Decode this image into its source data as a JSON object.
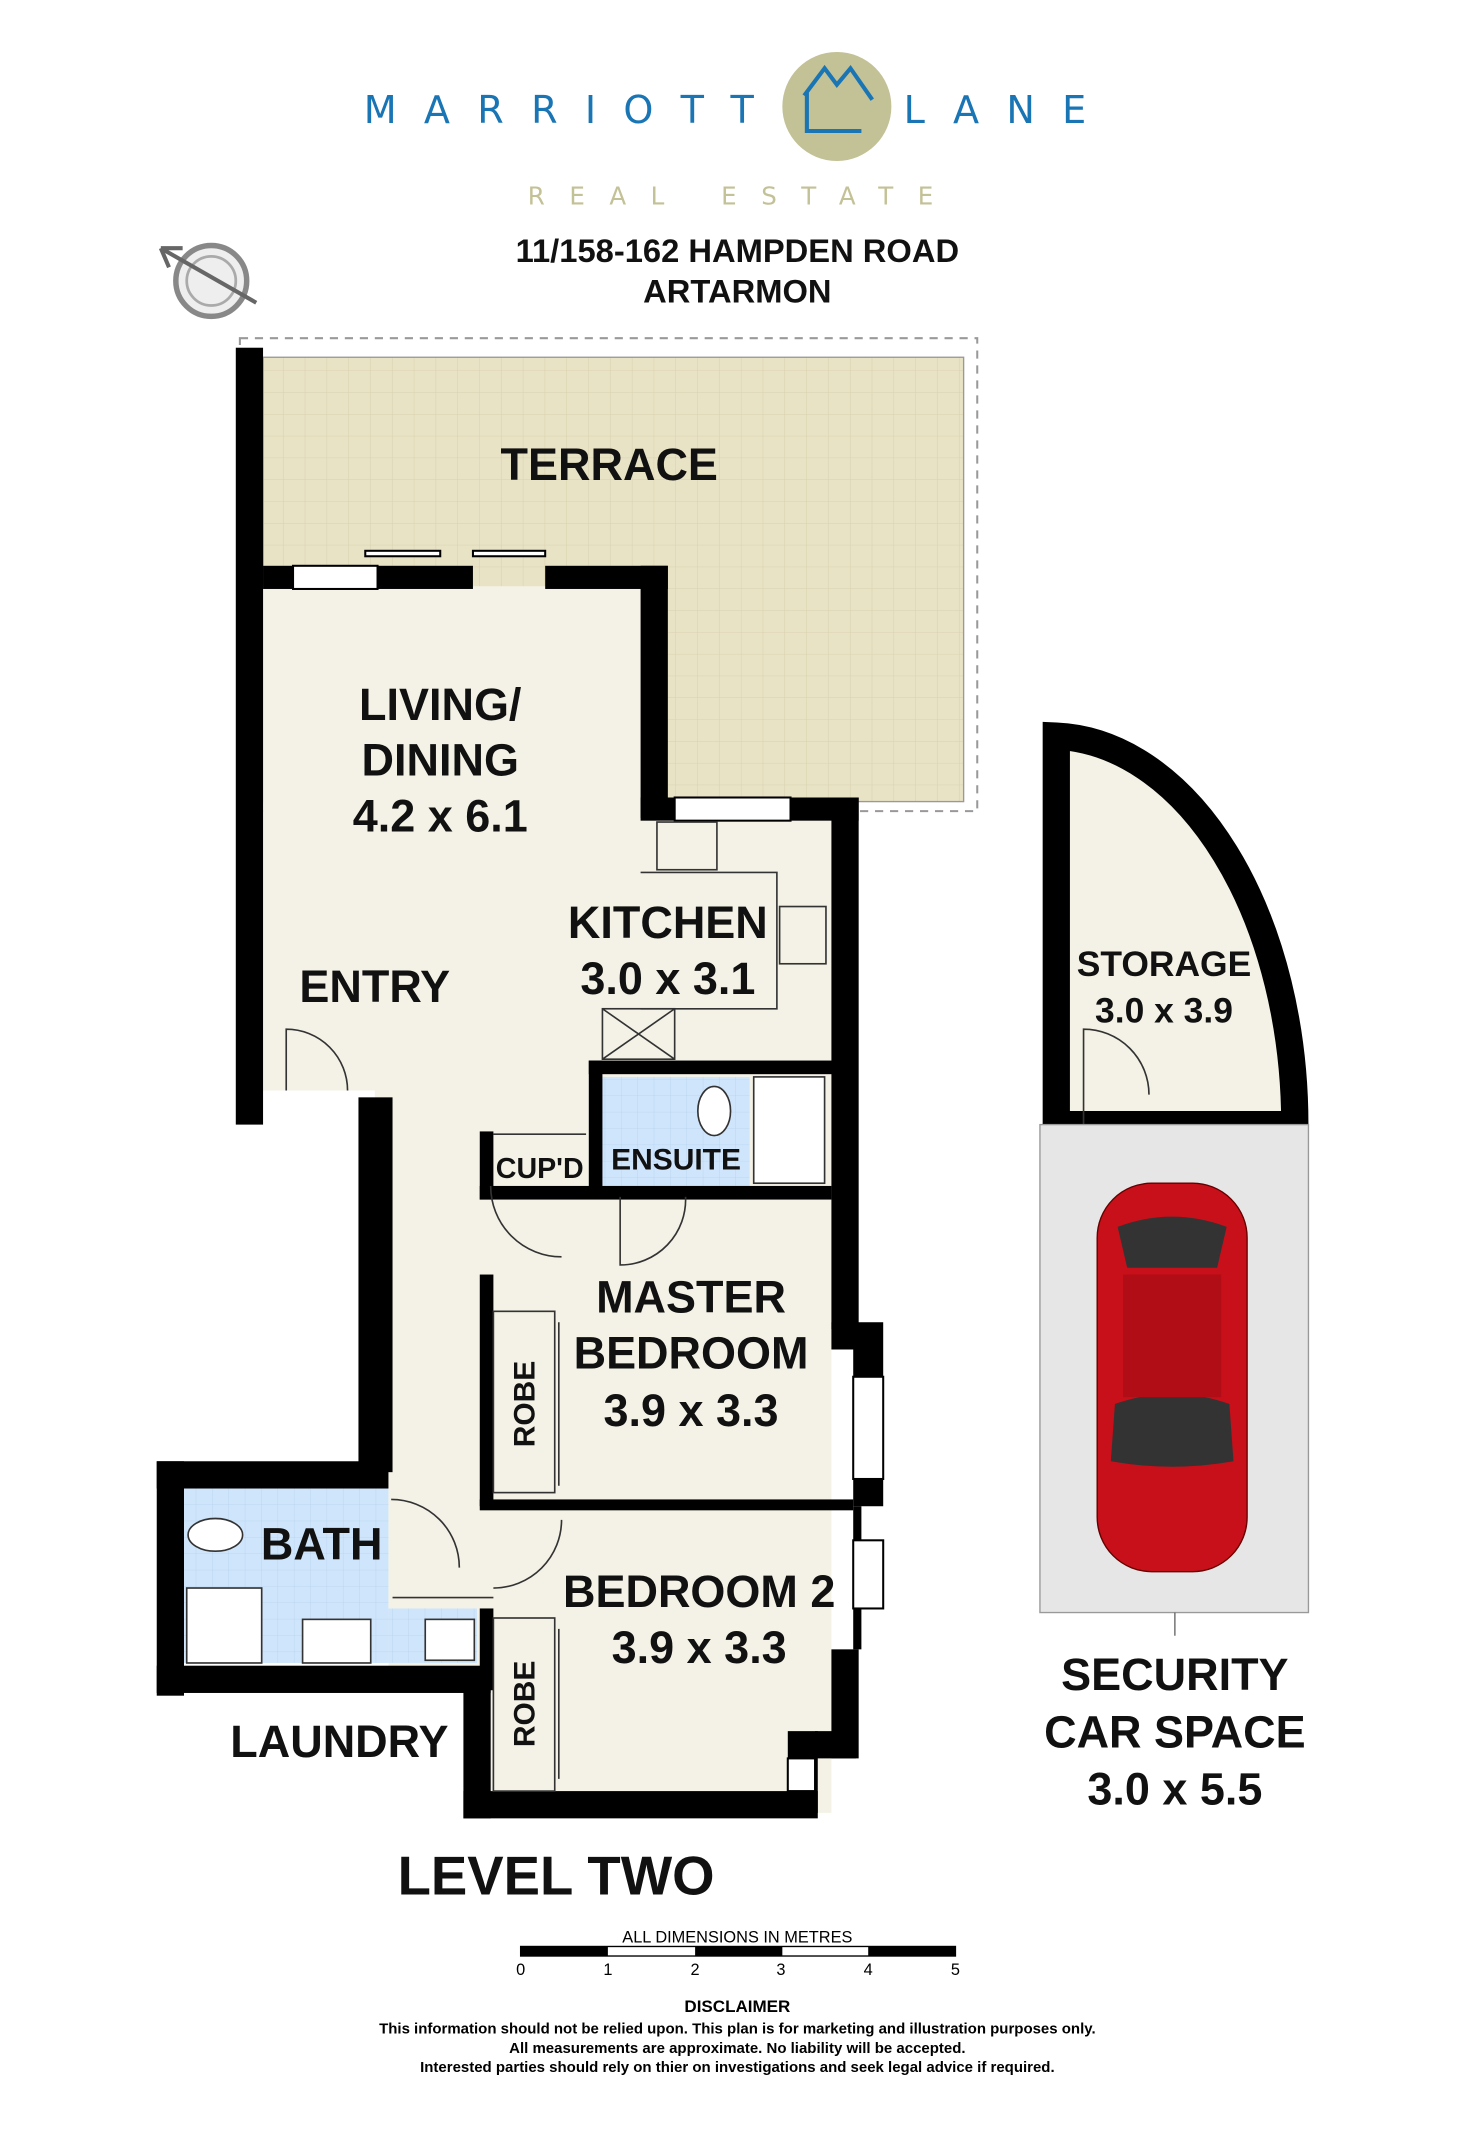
{
  "logo": {
    "left": "MARRIOTT",
    "right": "LANE",
    "sub": "REAL ESTATE"
  },
  "address": {
    "line1": "11/158-162 HAMPDEN ROAD",
    "line2": "ARTARMON"
  },
  "rooms": {
    "terrace": "TERRACE",
    "living": {
      "l1": "LIVING/",
      "l2": "DINING",
      "dim": "4.2 x 6.1"
    },
    "entry": "ENTRY",
    "kitchen": {
      "name": "KITCHEN",
      "dim": "3.0 x 3.1"
    },
    "cupd": "CUP'D",
    "ensuite": "ENSUITE",
    "master": {
      "l1": "MASTER",
      "l2": "BEDROOM",
      "dim": "3.9 x 3.3"
    },
    "robe1": "ROBE",
    "robe2": "ROBE",
    "bath": "BATH",
    "laundry": "LAUNDRY",
    "bed2": {
      "name": "BEDROOM 2",
      "dim": "3.9 x 3.3"
    },
    "storage": {
      "name": "STORAGE",
      "dim": "3.0 x 3.9"
    },
    "car": {
      "l1": "SECURITY",
      "l2": "CAR SPACE",
      "dim": "3.0 x 5.5"
    }
  },
  "level": "LEVEL TWO",
  "scale": {
    "caption": "ALL DIMENSIONS IN METRES",
    "ticks": [
      "0",
      "1",
      "2",
      "3",
      "4",
      "5"
    ]
  },
  "disclaimer": {
    "title": "DISCLAIMER",
    "l1": "This information should not be relied upon. This plan is for marketing and illustration purposes only.",
    "l2": "All measurements are approximate. No liability will be accepted.",
    "l3": "Interested parties should rely on thier on investigations and seek legal advice if required."
  },
  "colors": {
    "brand_blue": "#1a75b5",
    "brand_olive": "#c3c196",
    "terrace": "#e9e3c6",
    "floor": "#f4f2e6",
    "wet": "#cfe5fb",
    "car": "#c8101a"
  }
}
